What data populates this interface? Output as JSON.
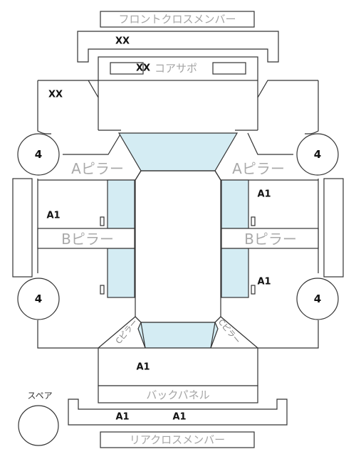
{
  "labels": {
    "front_cross_member": "フロントクロスメンバー",
    "front_panel": "XX",
    "radiator_support_partial": "コアサポ",
    "radiator_support_grade": "XX",
    "left_apron_grade": "XX",
    "a_pillar_left": "Aピラー",
    "a_pillar_right": "Aピラー",
    "b_pillar_left": "Bピラー",
    "b_pillar_right": "Bピラー",
    "left_front_door_grade": "A1",
    "right_front_door_grade": "A1",
    "right_rear_door_grade": "A1",
    "trunk_grade": "A1",
    "back_panel": "バックパネル",
    "rear_member_grade_1": "A1",
    "rear_member_grade_2": "A1",
    "rear_cross_member": "リアクロスメンバー",
    "spare": "スペア",
    "c_pillar_left": "Cピラー",
    "c_pillar_right": "Cピラー"
  },
  "wheels": {
    "front_left": "4",
    "front_right": "4",
    "rear_left": "4",
    "rear_right": "4"
  },
  "colors": {
    "glass": "#d4ecf3",
    "outline": "#333333",
    "part_label": "#a5a5a5"
  }
}
